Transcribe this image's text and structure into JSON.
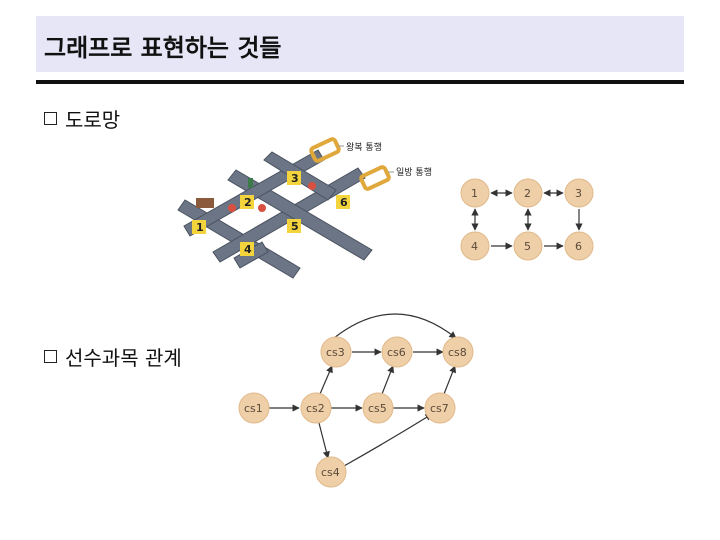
{
  "title": "그래프로 표현하는 것들",
  "bullets": {
    "road": "도로망",
    "courses": "선수과목 관계"
  },
  "road_map": {
    "one_way_label": "일방 통행",
    "two_way_label": "왕복 통행",
    "intersections": [
      "1",
      "2",
      "3",
      "4",
      "5",
      "6"
    ]
  },
  "road_graph": {
    "nodes": [
      "1",
      "2",
      "3",
      "4",
      "5",
      "6"
    ],
    "edges": [
      [
        "1",
        "2"
      ],
      [
        "2",
        "1"
      ],
      [
        "2",
        "3"
      ],
      [
        "3",
        "2"
      ],
      [
        "1",
        "4"
      ],
      [
        "4",
        "1"
      ],
      [
        "2",
        "5"
      ],
      [
        "5",
        "2"
      ],
      [
        "3",
        "6"
      ],
      [
        "4",
        "5"
      ],
      [
        "5",
        "6"
      ]
    ]
  },
  "course_graph": {
    "nodes": [
      "cs1",
      "cs2",
      "cs3",
      "cs4",
      "cs5",
      "cs6",
      "cs7",
      "cs8"
    ],
    "edges": [
      [
        "cs1",
        "cs2"
      ],
      [
        "cs2",
        "cs3"
      ],
      [
        "cs2",
        "cs5"
      ],
      [
        "cs2",
        "cs4"
      ],
      [
        "cs3",
        "cs8"
      ],
      [
        "cs3",
        "cs6"
      ],
      [
        "cs5",
        "cs6"
      ],
      [
        "cs5",
        "cs7"
      ],
      [
        "cs6",
        "cs8"
      ],
      [
        "cs7",
        "cs8"
      ],
      [
        "cs4",
        "cs7"
      ]
    ]
  },
  "colors": {
    "title_bg": "#e6e6f7",
    "node_fill": "#efcfa8",
    "road_gray": "#6b7585",
    "label_yellow": "#f4d43c"
  }
}
